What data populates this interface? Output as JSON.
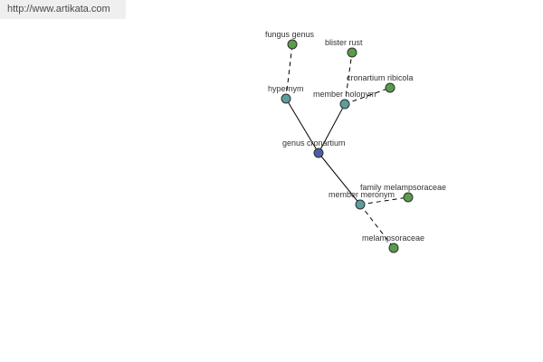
{
  "url": "http://www.artikata.com",
  "colors": {
    "center": "#4a5fa3",
    "relation": "#5c9e9e",
    "leaf": "#5a9b4d"
  },
  "graph": {
    "nodes": [
      {
        "id": "center",
        "label": "genus cronartium",
        "kind": "center"
      },
      {
        "id": "hypernym",
        "label": "hypernym",
        "kind": "relation"
      },
      {
        "id": "holonym",
        "label": "member holonym",
        "kind": "relation"
      },
      {
        "id": "meronym",
        "label": "member meronym",
        "kind": "relation"
      },
      {
        "id": "fungus",
        "label": "fungus genus",
        "kind": "leaf"
      },
      {
        "id": "blister",
        "label": "blister rust",
        "kind": "leaf"
      },
      {
        "id": "ribicola",
        "label": "cronartium ribicola",
        "kind": "leaf"
      },
      {
        "id": "family",
        "label": "family melampsoraceae",
        "kind": "leaf"
      },
      {
        "id": "melamp",
        "label": "melampsoraceae",
        "kind": "leaf"
      }
    ],
    "edges": [
      {
        "from": "center",
        "to": "hypernym",
        "style": "solid"
      },
      {
        "from": "center",
        "to": "holonym",
        "style": "solid"
      },
      {
        "from": "center",
        "to": "meronym",
        "style": "solid"
      },
      {
        "from": "hypernym",
        "to": "fungus",
        "style": "dashed"
      },
      {
        "from": "holonym",
        "to": "blister",
        "style": "dashed"
      },
      {
        "from": "holonym",
        "to": "ribicola",
        "style": "dashed"
      },
      {
        "from": "meronym",
        "to": "family",
        "style": "dashed"
      },
      {
        "from": "meronym",
        "to": "melamp",
        "style": "dashed"
      }
    ]
  }
}
